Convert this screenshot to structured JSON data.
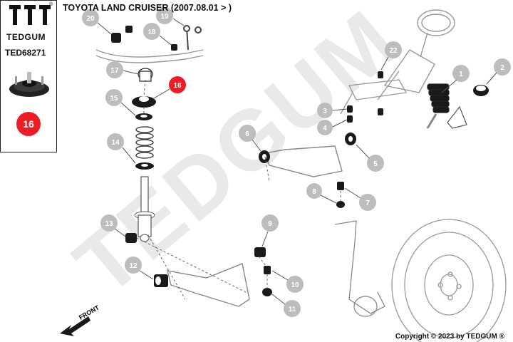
{
  "brand": {
    "name": "TEDGUM",
    "registered_mark": "®"
  },
  "part": {
    "number": "TED68271",
    "highlight_callout": "16"
  },
  "title": "TOYOTA LAND CRUISER  (2007.08.01 > )",
  "copyright": "Copyright © 2023 by TEDGUM ®",
  "watermark": "TEDGUM",
  "front_label": "FRONT",
  "colors": {
    "callout_gray": "#bdbdbd",
    "highlight_red": "#ee1c24",
    "watermark": "#e6e6e6"
  },
  "callouts": [
    {
      "id": "1",
      "label": "1"
    },
    {
      "id": "2",
      "label": "2"
    },
    {
      "id": "3",
      "label": "3"
    },
    {
      "id": "4",
      "label": "4"
    },
    {
      "id": "5",
      "label": "5"
    },
    {
      "id": "6",
      "label": "6"
    },
    {
      "id": "7",
      "label": "7"
    },
    {
      "id": "8",
      "label": "8"
    },
    {
      "id": "9",
      "label": "9"
    },
    {
      "id": "10",
      "label": "10"
    },
    {
      "id": "11",
      "label": "11"
    },
    {
      "id": "12",
      "label": "12"
    },
    {
      "id": "13",
      "label": "13"
    },
    {
      "id": "14",
      "label": "14"
    },
    {
      "id": "15",
      "label": "15"
    },
    {
      "id": "16",
      "label": "16",
      "highlight": true
    },
    {
      "id": "17",
      "label": "17"
    },
    {
      "id": "18",
      "label": "18"
    },
    {
      "id": "19",
      "label": "19"
    },
    {
      "id": "20",
      "label": "20"
    },
    {
      "id": "22",
      "label": "22"
    }
  ]
}
